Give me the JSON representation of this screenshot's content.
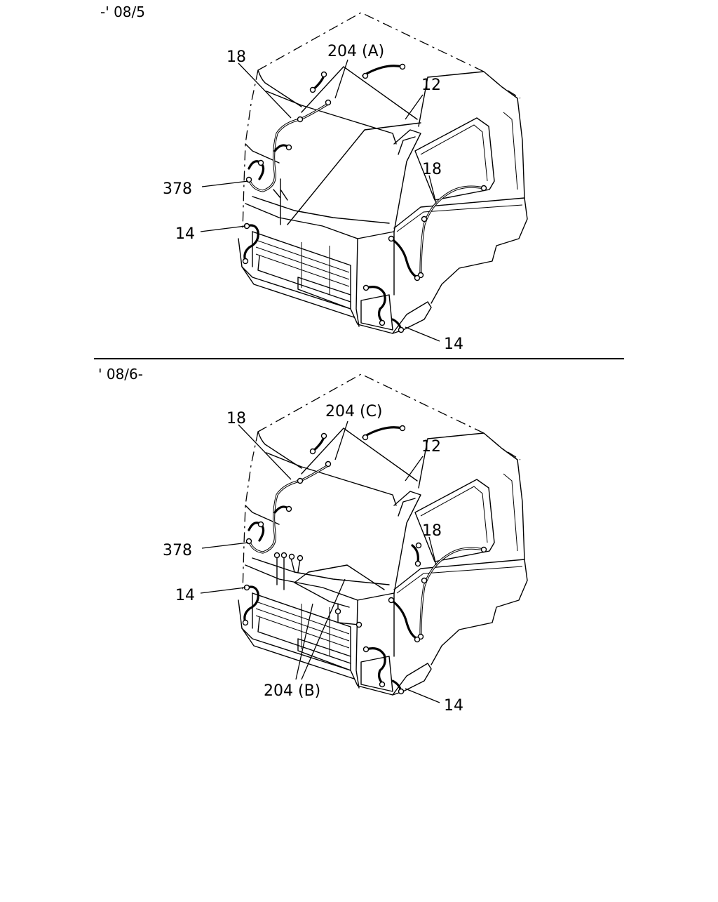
{
  "top_view": {
    "caption": "-' 08/5",
    "labels": {
      "l18a": "18",
      "l204": "204 (A)",
      "l12": "12",
      "l18b": "18",
      "l378": "378",
      "l14a": "14",
      "l14b": "14"
    }
  },
  "bottom_view": {
    "caption": "' 08/6-",
    "labels": {
      "l18a": "18",
      "l204": "204 (C)",
      "l12": "12",
      "l18b": "18",
      "l378": "378",
      "l14a": "14",
      "l14b": "14",
      "l204b": "204 (B)"
    }
  }
}
